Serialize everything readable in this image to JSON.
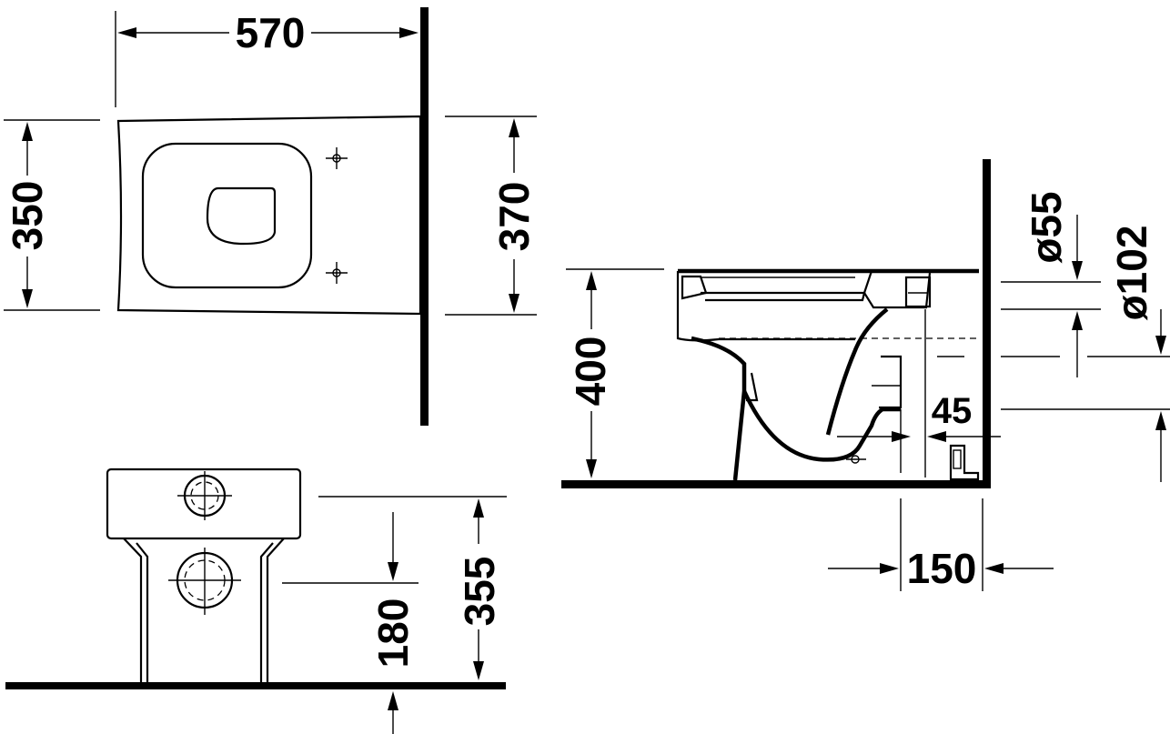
{
  "dimensions": {
    "top_width": "570",
    "top_depth_left": "350",
    "top_depth_right": "370",
    "side_height": "400",
    "inlet_diameter": "ø55",
    "outlet_diameter": "ø102",
    "outlet_height": "45",
    "outlet_distance": "150",
    "front_total_height": "355",
    "front_outlet_height": "180"
  }
}
